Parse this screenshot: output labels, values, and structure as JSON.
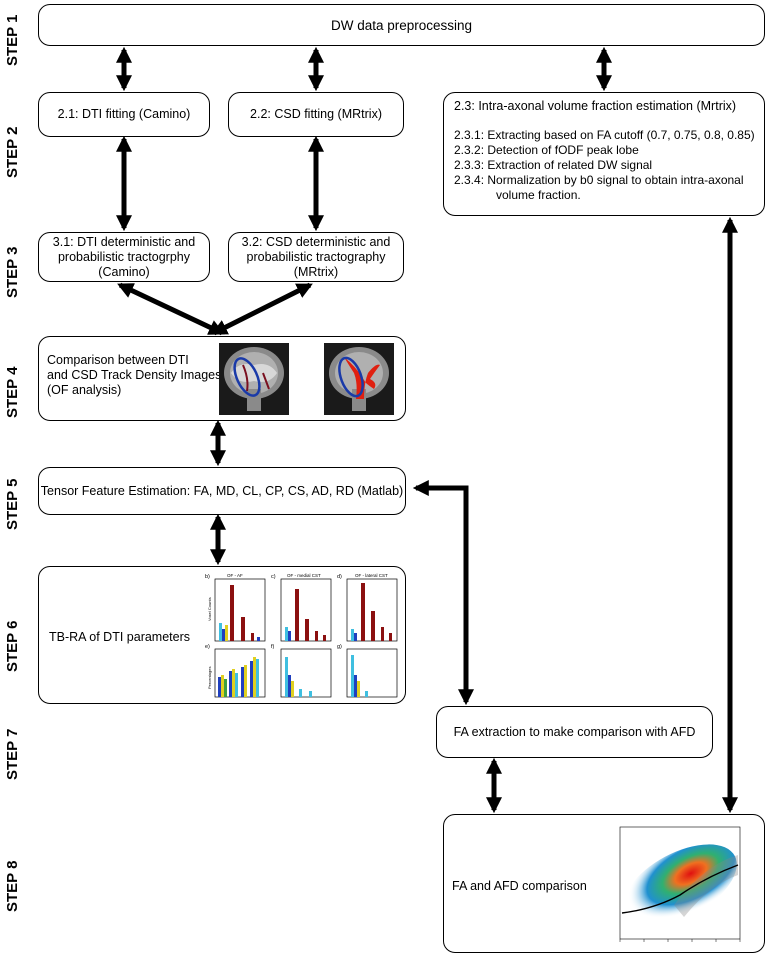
{
  "steps": [
    "STEP 1",
    "STEP 2",
    "STEP 3",
    "STEP 4",
    "STEP 5",
    "STEP 6",
    "STEP 7",
    "STEP 8"
  ],
  "boxes": {
    "preprocessing": "DW data preprocessing",
    "dti_fitting": "2.1: DTI fitting (Camino)",
    "csd_fitting": "2.2: CSD fitting (MRtrix)",
    "intra_axonal": {
      "title": "2.3: Intra-axonal volume fraction estimation (Mrtrix)",
      "items": [
        "2.3.1: Extracting based on FA cutoff (0.7, 0.75, 0.8, 0.85)",
        "2.3.2: Detection of fODF peak lobe",
        "2.3.3: Extraction of related DW signal",
        "2.3.4: Normalization by b0 signal to obtain intra-axonal",
        "volume fraction."
      ]
    },
    "dti_tracto": [
      "3.1: DTI deterministic and",
      "probabilistic tractogrphy",
      "(Camino)"
    ],
    "csd_tracto": [
      "3.2: CSD deterministic and",
      "probabilistic tractography",
      "(MRtrix)"
    ],
    "comparison": [
      "Comparison between DTI",
      "and CSD Track Density Images",
      "(OF analysis)"
    ],
    "tensor": "Tensor Feature Estimation: FA, MD, CL, CP, CS, AD, RD (Matlab)",
    "tbra": "TB-RA of DTI parameters",
    "fa_extraction": "FA extraction to make comparison with AFD",
    "fa_afd": "FA and AFD comparison"
  },
  "panels": {
    "letters": [
      "b)",
      "c)",
      "d)",
      "e)",
      "f)",
      "g)"
    ],
    "titles": [
      "OF - AF",
      "OF - medial CST",
      "OF - lateral CST"
    ],
    "ylabels": [
      "Voxel Counts",
      "Percentages"
    ]
  },
  "colors": {
    "bar_dark_red": "#8b1010",
    "bar_blue": "#1f3fbf",
    "bar_cyan": "#3fbfe0",
    "bar_yellow": "#e0d020",
    "bar_green": "#40a040",
    "brain_blue": "#1a3aa8",
    "brain_red": "#e02010"
  }
}
